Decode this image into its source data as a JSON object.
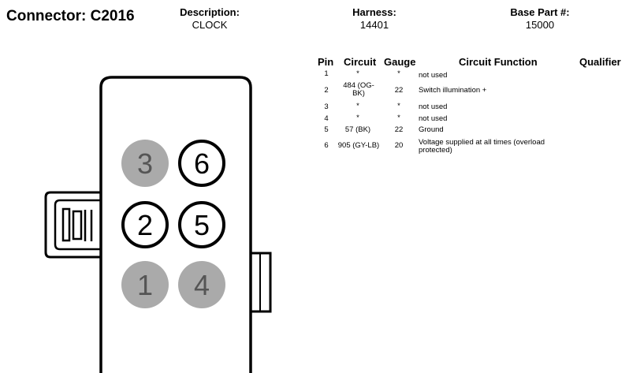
{
  "header": {
    "connector_label": "Connector: C2016",
    "description": {
      "label": "Description:",
      "value": "CLOCK"
    },
    "harness": {
      "label": "Harness:",
      "value": "14401"
    },
    "base_part": {
      "label": "Base Part #:",
      "value": "15000"
    }
  },
  "table": {
    "headers": {
      "pin": "Pin",
      "circuit": "Circuit",
      "gauge": "Gauge",
      "function": "Circuit Function",
      "qualifier": "Qualifier"
    },
    "rows": [
      {
        "pin": "1",
        "circuit": "*",
        "gauge": "*",
        "function": "not used"
      },
      {
        "pin": "2",
        "circuit": "484 (OG-BK)",
        "gauge": "22",
        "function": "Switch illumination +"
      },
      {
        "pin": "3",
        "circuit": "*",
        "gauge": "*",
        "function": "not used"
      },
      {
        "pin": "4",
        "circuit": "*",
        "gauge": "*",
        "function": "not used"
      },
      {
        "pin": "5",
        "circuit": "57 (BK)",
        "gauge": "22",
        "function": "Ground"
      },
      {
        "pin": "6",
        "circuit": "905 (GY-LB)",
        "gauge": "20",
        "function": "Voltage supplied at all times (overload protected)"
      }
    ]
  },
  "diagram": {
    "pins": [
      {
        "label": "3",
        "state": "unused"
      },
      {
        "label": "6",
        "state": "used"
      },
      {
        "label": "2",
        "state": "used"
      },
      {
        "label": "5",
        "state": "used"
      },
      {
        "label": "1",
        "state": "unused"
      },
      {
        "label": "4",
        "state": "unused"
      }
    ],
    "colors": {
      "unused_fill": "#aaaaaa",
      "unused_text": "#555555",
      "used_fill": "#ffffff",
      "outline": "#000000"
    }
  }
}
